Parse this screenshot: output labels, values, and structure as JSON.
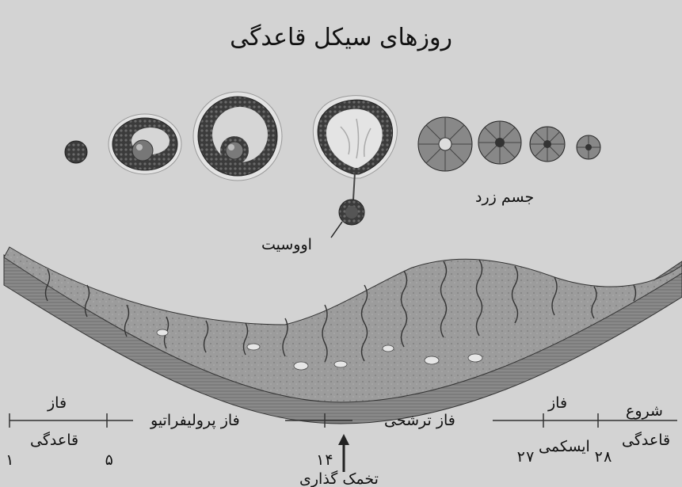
{
  "title": "روزهای سیکل قاعدگی",
  "labels": {
    "corpus_luteum": "جسم زرد",
    "oocyte": "اووسیت",
    "ovulation": "تخمک گذاری"
  },
  "phases": {
    "menstrual_line1": "فاز",
    "menstrual_line2": "قاعدگی",
    "proliferative": "فاز پرولیفراتیو",
    "secretory": "فاز ترشحی",
    "ischemic_line1": "فاز",
    "ischemic_line2": "ایسکمی",
    "onset_line1": "شروع",
    "onset_line2": "قاعدگی"
  },
  "days": {
    "d1": "۱",
    "d5": "۵",
    "d14": "۱۴",
    "d27": "۲۷",
    "d28": "۲۸"
  },
  "colors": {
    "background": "#d3d3d3",
    "follicle_ring": "#3a3a3a",
    "endometrium": "#9a9a9a",
    "myometrium": "#7f7f7f"
  }
}
